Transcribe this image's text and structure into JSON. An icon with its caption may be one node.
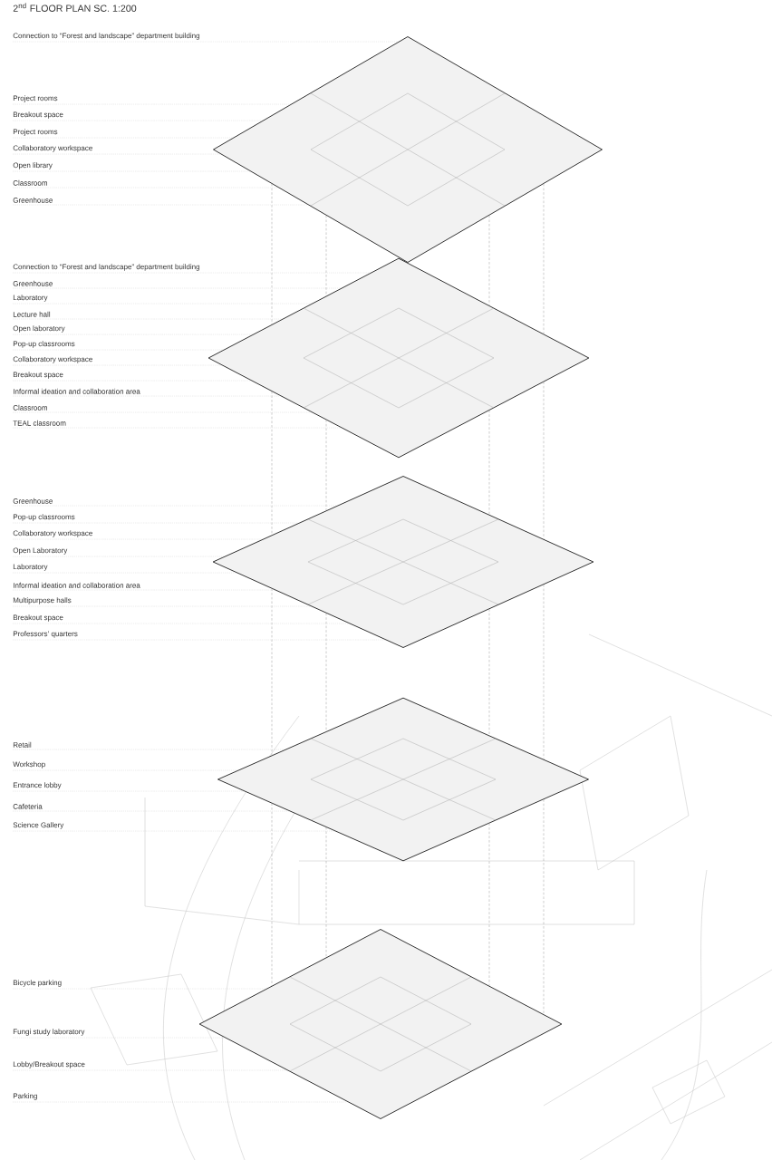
{
  "diagram": {
    "title": "2$^{nd}$ FLOOR PLAN SC. 1:200",
    "nodes": [
      {
        "text": [],
        "shape": "picture"
      },
      {
        "text": [
          "Connection to “Forest and landscape” department building"
        ]
      },
      {
        "text": [
          "Project rooms"
        ]
      },
      {
        "text": [
          "Breakout space"
        ]
      },
      {
        "text": [
          "Project rooms"
        ]
      },
      {
        "text": [
          "Collaboratory workspace"
        ]
      },
      {
        "text": [
          "Open library"
        ]
      },
      {
        "text": [
          "Classroom"
        ]
      },
      {
        "text": [
          "Greenhouse"
        ]
      },
      {
        "text": [],
        "shape": "picture"
      },
      {
        "text": [
          "Connection to “Forest and landscape” department building"
        ]
      },
      {
        "text": [
          "Greenhouse"
        ]
      },
      {
        "text": [
          "Laboratory"
        ]
      },
      {
        "text": [
          "Lecture hall"
        ]
      },
      {
        "text": [
          "Open laboratory"
        ]
      },
      {
        "text": [
          "Pop-up classrooms"
        ]
      },
      {
        "text": [
          "Collaboratory workspace"
        ]
      },
      {
        "text": [
          "Breakout space"
        ]
      },
      {
        "text": [
          "Informal ideation and collaboration area"
        ]
      },
      {
        "text": [
          "Classroom"
        ]
      },
      {
        "text": [
          "TEAL classroom"
        ]
      },
      {
        "text": [],
        "shape": "picture"
      },
      {
        "text": [
          "Greenhouse"
        ]
      },
      {
        "text": [
          "Pop-up classrooms"
        ]
      },
      {
        "text": [
          "Collaboratory workspace"
        ]
      },
      {
        "text": [
          "Open Laboratory"
        ]
      },
      {
        "text": [
          "Laboratory"
        ]
      },
      {
        "text": [
          "Informal ideation and collaboration area"
        ]
      },
      {
        "text": [
          "Multipurpose halls"
        ]
      },
      {
        "text": [
          "Breakout space"
        ]
      },
      {
        "text": [
          "Professors’ quarters"
        ]
      },
      {
        "text": [],
        "shape": "picture"
      },
      {
        "text": [
          "Retail"
        ]
      },
      {
        "text": [
          "Workshop"
        ]
      },
      {
        "text": [
          "Entrance lobby"
        ]
      },
      {
        "text": [
          "Cafeteria"
        ]
      },
      {
        "text": [
          "Science Gallery"
        ]
      },
      {
        "text": [],
        "shape": "picture"
      },
      {
        "text": [
          "Bicycle parking"
        ]
      },
      {
        "text": [
          "Fungi study laboratory"
        ]
      },
      {
        "text": [
          "Lobby/Breakout space"
        ]
      },
      {
        "text": [
          "Parking"
        ]
      }
    ],
    "edges": [
      {
        "from": 1,
        "to": 0,
        "arrow": "none"
      },
      {
        "from": 2,
        "to": 0,
        "arrow": "none"
      },
      {
        "from": 3,
        "to": 0,
        "arrow": "none"
      },
      {
        "from": 4,
        "to": 0,
        "arrow": "none"
      },
      {
        "from": 5,
        "to": 0,
        "arrow": "none"
      },
      {
        "from": 6,
        "to": 0,
        "arrow": "none"
      },
      {
        "from": 7,
        "to": 0,
        "arrow": "none"
      },
      {
        "from": 8,
        "to": 0,
        "arrow": "none"
      },
      {
        "from": 10,
        "to": 9,
        "arrow": "none"
      },
      {
        "from": 11,
        "to": 9,
        "arrow": "none"
      },
      {
        "from": 12,
        "to": 9,
        "arrow": "none"
      },
      {
        "from": 13,
        "to": 9,
        "arrow": "none"
      },
      {
        "from": 14,
        "to": 9,
        "arrow": "none"
      },
      {
        "from": 15,
        "to": 9,
        "arrow": "none"
      },
      {
        "from": 16,
        "to": 9,
        "arrow": "none"
      },
      {
        "from": 17,
        "to": 9,
        "arrow": "none"
      },
      {
        "from": 18,
        "to": 9,
        "arrow": "none"
      },
      {
        "from": 19,
        "to": 9,
        "arrow": "none"
      },
      {
        "from": 20,
        "to": 9,
        "arrow": "none"
      },
      {
        "from": 22,
        "to": 21,
        "arrow": "none"
      },
      {
        "from": 23,
        "to": 21,
        "arrow": "none"
      },
      {
        "from": 24,
        "to": 21,
        "arrow": "none"
      },
      {
        "from": 25,
        "to": 21,
        "arrow": "none"
      },
      {
        "from": 26,
        "to": 21,
        "arrow": "none"
      },
      {
        "from": 27,
        "to": 21,
        "arrow": "none"
      },
      {
        "from": 28,
        "to": 21,
        "arrow": "none"
      },
      {
        "from": 29,
        "to": 21,
        "arrow": "none"
      },
      {
        "from": 30,
        "to": 21,
        "arrow": "none"
      },
      {
        "from": 32,
        "to": 31,
        "arrow": "none"
      },
      {
        "from": 33,
        "to": 31,
        "arrow": "none"
      },
      {
        "from": 34,
        "to": 31,
        "arrow": "none"
      },
      {
        "from": 35,
        "to": 31,
        "arrow": "none"
      },
      {
        "from": 36,
        "to": 31,
        "arrow": "none"
      },
      {
        "from": 38,
        "to": 37,
        "arrow": "none"
      },
      {
        "from": 39,
        "to": 37,
        "arrow": "none"
      },
      {
        "from": 40,
        "to": 37,
        "arrow": "none"
      },
      {
        "from": 41,
        "to": 37,
        "arrow": "none"
      },
      {
        "from": 0,
        "to": 9,
        "arrow": "none",
        "style": "dashed"
      },
      {
        "from": 0,
        "to": 9,
        "arrow": "none",
        "style": "dashed"
      },
      {
        "from": 0,
        "to": 9,
        "arrow": "none",
        "style": "dashed"
      },
      {
        "from": 0,
        "to": 9,
        "arrow": "none",
        "style": "dashed"
      },
      {
        "from": 9,
        "to": 21,
        "arrow": "none",
        "style": "dashed"
      },
      {
        "from": 9,
        "to": 21,
        "arrow": "none",
        "style": "dashed"
      },
      {
        "from": 9,
        "to": 21,
        "arrow": "none",
        "style": "dashed"
      },
      {
        "from": 9,
        "to": 21,
        "arrow": "none",
        "style": "dashed"
      },
      {
        "from": 21,
        "to": 31,
        "arrow": "none",
        "style": "dashed"
      },
      {
        "from": 21,
        "to": 31,
        "arrow": "none",
        "style": "dashed"
      },
      {
        "from": 21,
        "to": 31,
        "arrow": "none",
        "style": "dashed"
      },
      {
        "from": 21,
        "to": 31,
        "arrow": "none",
        "style": "dashed"
      },
      {
        "from": 31,
        "to": 37,
        "arrow": "none",
        "style": "dashed"
      },
      {
        "from": 31,
        "to": 37,
        "arrow": "none",
        "style": "dashed"
      },
      {
        "from": 31,
        "to": 37,
        "arrow": "none",
        "style": "dashed"
      },
      {
        "from": 31,
        "to": 37,
        "arrow": "none",
        "style": "dashed"
      }
    ]
  }
}
